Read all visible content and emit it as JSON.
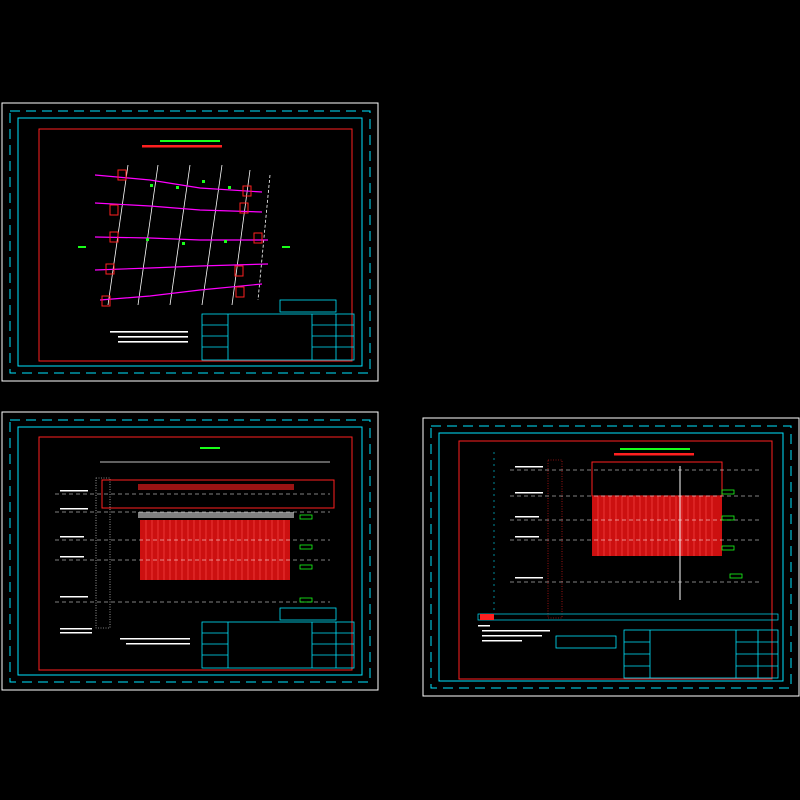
{
  "sheets": [
    {
      "id": "plan",
      "title": "",
      "notes": []
    },
    {
      "id": "section-a",
      "title": "",
      "notes": []
    },
    {
      "id": "section-b",
      "title": "",
      "notes": []
    }
  ],
  "colors": {
    "background": "#000000",
    "frame": "#ffffff",
    "dashed_frame": "#00e5ff",
    "border": "#ff2020",
    "piles": "#ff2020",
    "axis": "#ff00ff",
    "dim": "#ffffff",
    "title_block": "#00e5ff",
    "label": "#19ff19",
    "marker": "#ffff00"
  }
}
